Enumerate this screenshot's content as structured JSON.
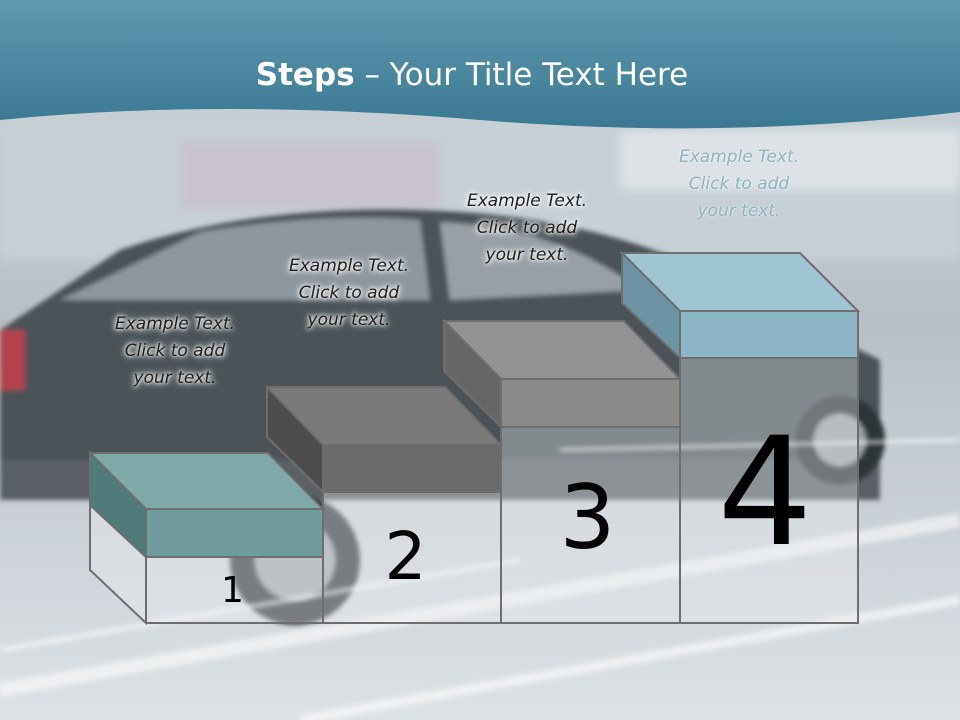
{
  "slide": {
    "title_bold": "Steps",
    "title_rest": " – Your Title Text Here"
  },
  "steps": [
    {
      "number": "1",
      "caption": [
        "Example Text.",
        "Click  to add",
        "your text."
      ],
      "color": "#6f9c9c"
    },
    {
      "number": "2",
      "caption": [
        "Example Text.",
        "Click  to add",
        "your text."
      ],
      "color": "#6b6b6b"
    },
    {
      "number": "3",
      "caption": [
        "Example Text.",
        "Click  to add",
        "your text."
      ],
      "color": "#8a8a8a"
    },
    {
      "number": "4",
      "caption": [
        "Example Text.",
        "Click  to add",
        "your text."
      ],
      "color": "#8db6c5"
    }
  ],
  "colors": {
    "header": "#3d7f96",
    "slab_outline": "#6e6e6e"
  }
}
